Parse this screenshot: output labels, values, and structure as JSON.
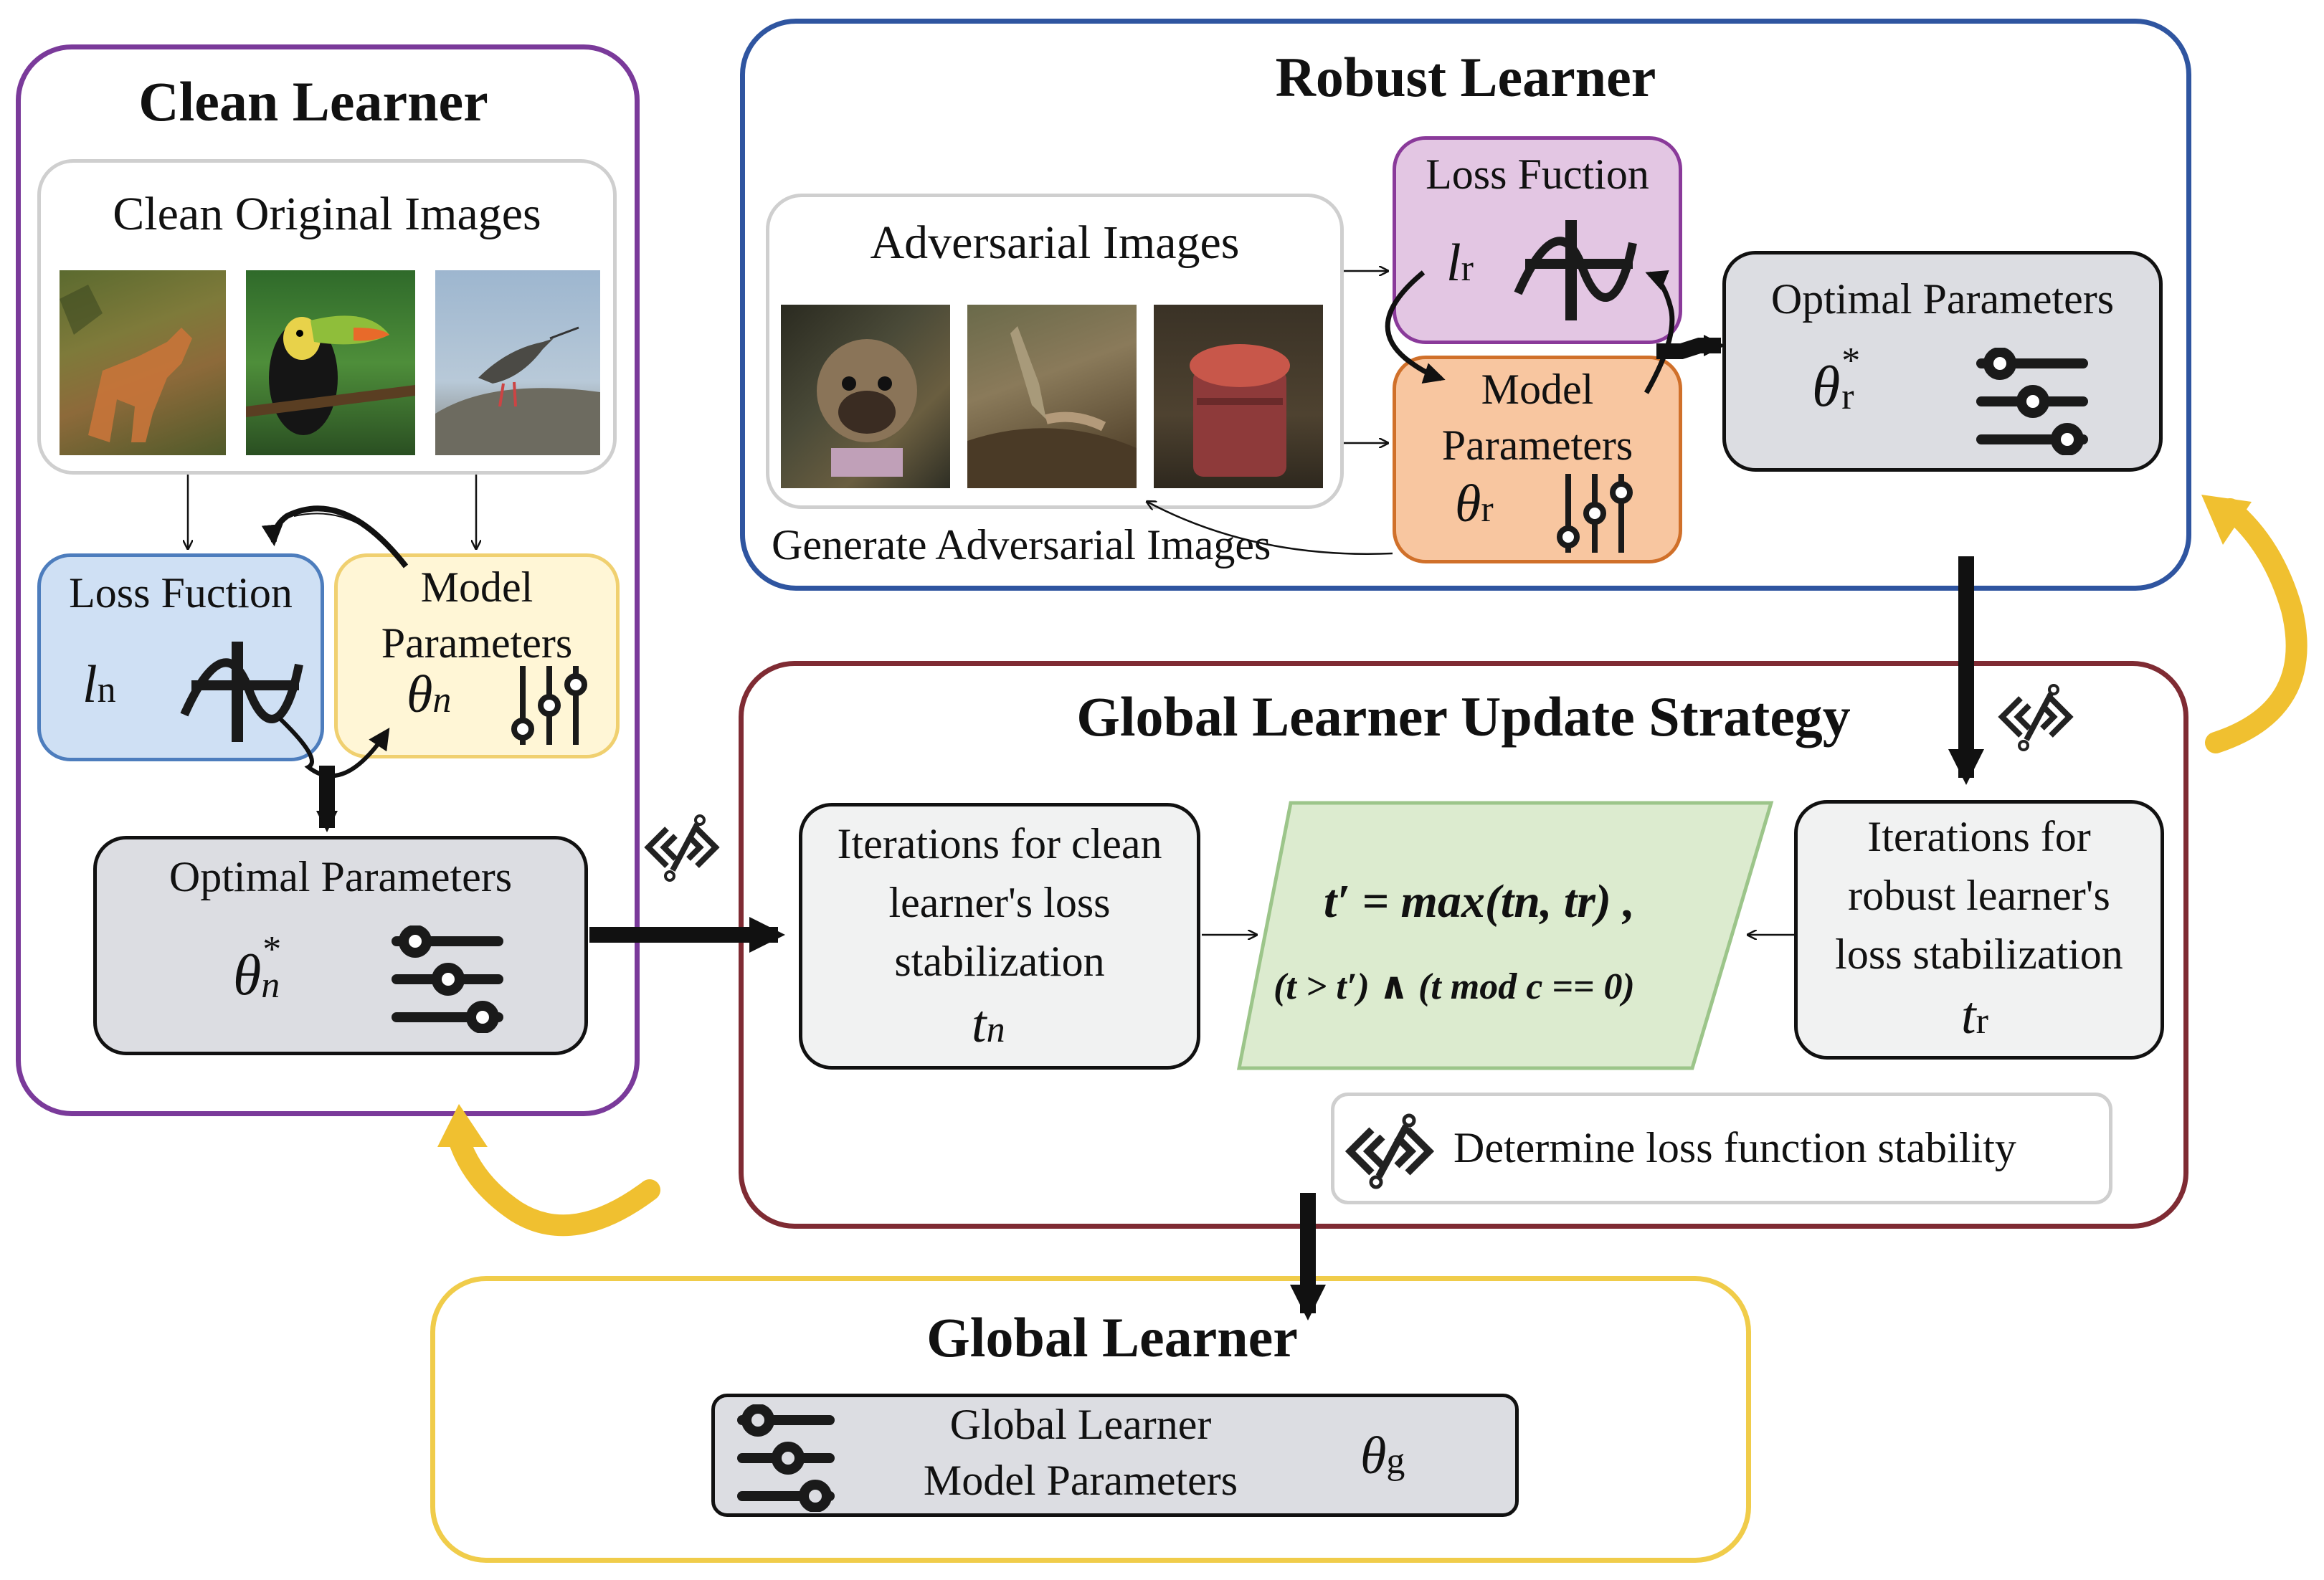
{
  "clean": {
    "title": "Clean Learner",
    "images_title": "Clean Original Images",
    "loss_title": "Loss Fuction",
    "loss_sym": "l",
    "loss_sub": "n",
    "model_line1": "Model",
    "model_line2": "Parameters",
    "model_sym": "θ",
    "model_sub": "n",
    "optimal_title": "Optimal Parameters",
    "optimal_sym": "θ",
    "optimal_sup": "*",
    "optimal_sub": "n"
  },
  "robust": {
    "title": "Robust Learner",
    "images_title": "Adversarial Images",
    "loss_title": "Loss Fuction",
    "loss_sym": "l",
    "loss_sub": "r",
    "model_line1": "Model",
    "model_line2": "Parameters",
    "model_sym": "θ",
    "model_sub": "r",
    "optimal_title": "Optimal Parameters",
    "optimal_sym": "θ",
    "optimal_sup": "*",
    "optimal_sub": "r",
    "generate_label": "Generate Adversarial Images"
  },
  "strategy": {
    "title": "Global Learner Update Strategy",
    "clean_iter_line1": "Iterations for clean",
    "clean_iter_line2": "learner's loss",
    "clean_iter_line3": "stabilization",
    "clean_iter_sym": "t",
    "clean_iter_sub": "n",
    "robust_iter_line1": "Iterations for",
    "robust_iter_line2": "robust learner's",
    "robust_iter_line3": "loss stabilization",
    "robust_iter_sym": "t",
    "robust_iter_sub": "r",
    "formula_line1": "t′ = max(tn, tr) ,",
    "formula_line2": "(t > t′) ∧ (t mod c == 0)",
    "legend_label": "Determine loss function stability"
  },
  "global": {
    "title": "Global Learner",
    "params_line1": "Global Learner",
    "params_line2": "Model Parameters",
    "params_sym": "θ",
    "params_sub": "g"
  },
  "colors": {
    "clean_frame": "#7a3a9a",
    "robust_frame": "#2f55a0",
    "strategy_frame": "#7f2b33",
    "global_frame": "#f0cc4a",
    "loss_clean_fill": "#cfe0f4",
    "loss_clean_border": "#4d7dbd",
    "model_clean_fill": "#fff6d6",
    "model_clean_border": "#f0d070",
    "loss_robust_fill": "#e3c6e3",
    "loss_robust_border": "#8a3a9a",
    "model_robust_fill": "#f8c6a0",
    "model_robust_border": "#d0702a",
    "optimal_fill": "#dcdde2",
    "formula_fill": "#dcebcf",
    "formula_border": "#9cc58a",
    "arrow_yellow": "#f0c030"
  },
  "icons": [
    "loss-curve-icon",
    "vertical-sliders-icon",
    "horizontal-sliders-icon",
    "stability-link-icon",
    "cycle-arrow-icon"
  ]
}
